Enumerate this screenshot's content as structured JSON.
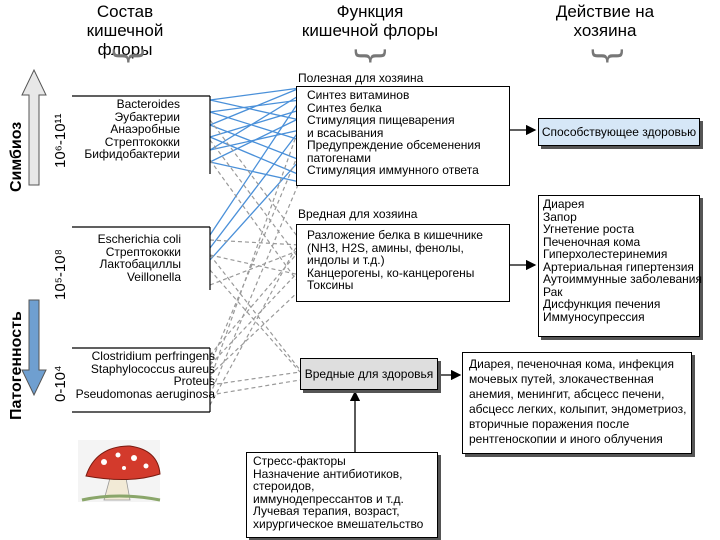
{
  "headers": {
    "composition": "Состав кишечной флоры",
    "function": "Функция кишечной флоры",
    "effect": "Действие на хозяина"
  },
  "side": {
    "symbiosis": "Симбиоз",
    "pathogenicity": "Патогенность",
    "scale_top": "10⁶-10¹¹",
    "scale_mid": "10⁵-10⁸",
    "scale_bot": "0-10⁴"
  },
  "flora": {
    "group1": [
      "Bacteroides",
      "Эубактерии",
      "Анаэробные",
      "Стрептококки",
      "Бифидобактерии"
    ],
    "group2": [
      "Escherichia coli",
      "Стрептококки",
      "Лактобациллы",
      "Veillonella"
    ],
    "group3": [
      "Clostridium perfringens",
      "Staphylococcus aureus",
      "Proteus",
      "Pseudomonas aeruginosa"
    ]
  },
  "functions": {
    "useful_title": "Полезная для хозяина",
    "useful_items": [
      "Синтез витаминов",
      "Синтез белка",
      "Стимуляция пищеварения",
      "и всасывания",
      "Предупреждение обсеменения",
      "патогенами",
      "Стимуляция иммунного ответа"
    ],
    "harmful_title": "Вредная для хозяина",
    "harmful_items": [
      "Разложение белка в кишечнике",
      "(NH3, H2S, амины, фенолы,",
      "индолы и т.д.)",
      "Канцерогены, ко-канцерогены",
      "Токсины"
    ],
    "health_harm": "Вредные для здоровья"
  },
  "effects": {
    "healthy": "Способствующее здоровью",
    "disease_list": [
      "Диарея",
      "Запор",
      "Угнетение роста",
      "Печеночная кома",
      "Гиперхолестеринемия",
      "Артериальная гипертензия",
      "Аутоиммунные заболевания",
      "Рак",
      "Дисфункция печения",
      "Иммуносупрессия"
    ],
    "infections": [
      "Диарея, печеночная кома, инфекция",
      "мочевых путей, злокачественная",
      "анемия, менингит, абсцесс печени,",
      "абсцесс легких, колыпит, эндометриоз,",
      "вторичные поражения после",
      "рентгеноскопии и иного облучения"
    ]
  },
  "stress": {
    "items": [
      "Стресс-факторы",
      "Назначение антибиотиков,",
      "стероидов,",
      "иммунодепрессантов и т.д.",
      "Лучевая терапия, возраст,",
      "хирургическое вмешательство"
    ]
  },
  "colors": {
    "blue": "#4a90d9",
    "healthy_fill": "#d6e7f7",
    "gray_fill": "#dedede"
  }
}
